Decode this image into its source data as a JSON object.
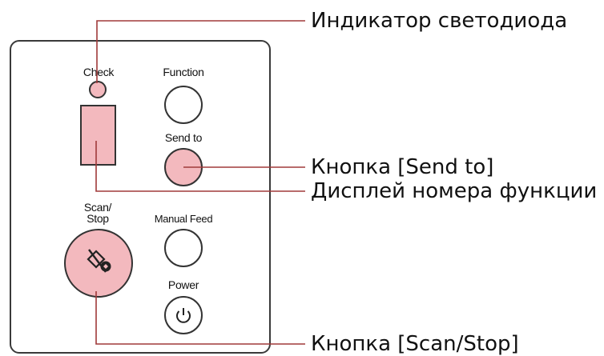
{
  "panel": {
    "check_label": "Check",
    "function_label": "Function",
    "send_to_label": "Send to",
    "scan_stop_label_line1": "Scan/",
    "scan_stop_label_line2": "Stop",
    "manual_feed_label": "Manual Feed",
    "power_label": "Power"
  },
  "callouts": {
    "led_indicator": "Индикатор светодиода",
    "send_to_button": "Кнопка [Send to]",
    "function_number_display": "Дисплей номера функции",
    "scan_stop_button": "Кнопка [Scan/Stop]"
  },
  "icons": {
    "scan_stop": "scan-stop-icon",
    "power": "power-icon"
  },
  "colors": {
    "highlight": "#f3b9be",
    "callout_line": "#a03a3a",
    "outline": "#333333"
  }
}
